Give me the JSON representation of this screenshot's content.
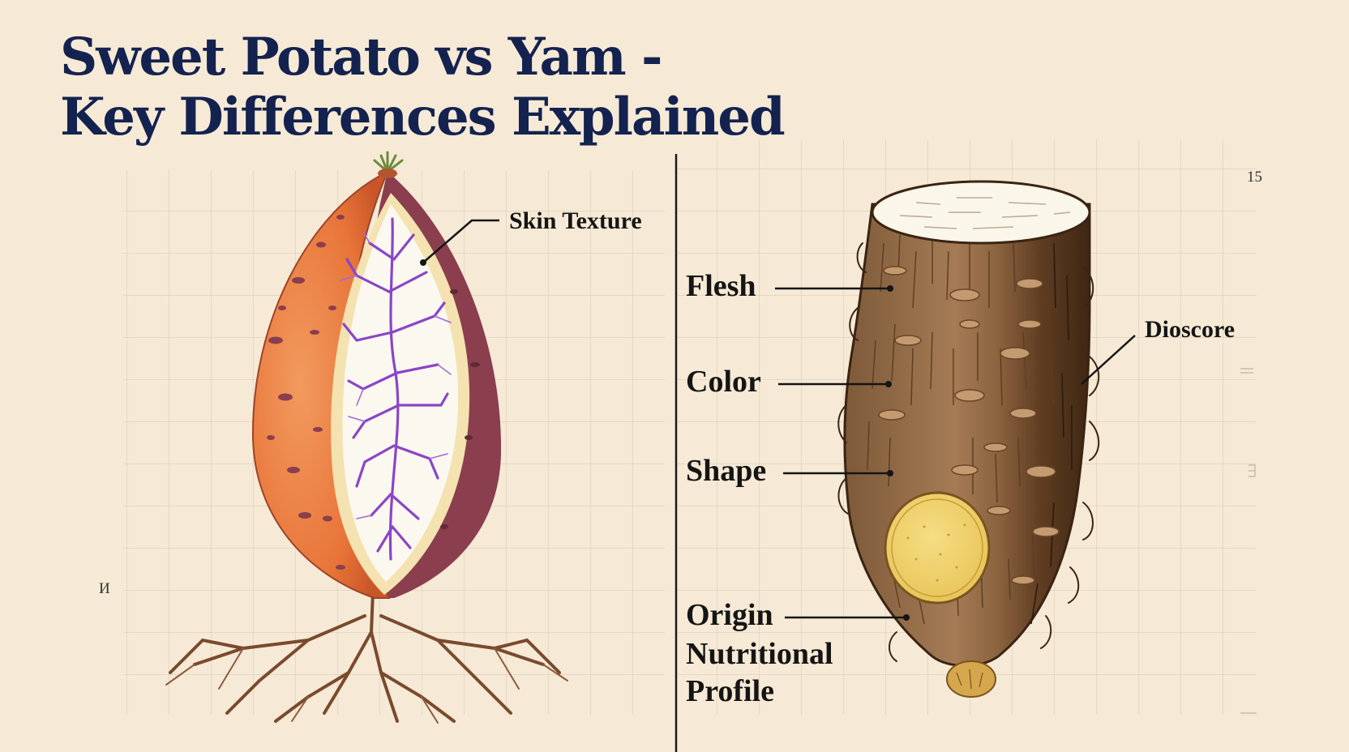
{
  "title": {
    "line1": "Sweet Potato vs Yam -",
    "line2": "Key Differences Explained"
  },
  "sweet_potato": {
    "labels": {
      "skin_texture": "Skin Texture"
    },
    "marginal_mark": "И"
  },
  "yam": {
    "labels": {
      "flesh": "Flesh",
      "color": "Color",
      "shape": "Shape",
      "origin": "Origin",
      "nutritional": "Nutritional",
      "profile": "Profile",
      "dioscore": "Dioscore"
    },
    "marginal_mark": "15"
  },
  "colors": {
    "title": "#14224f",
    "sweet_potato_skin": "#e8793f",
    "sweet_potato_purple": "#8a3e4e",
    "vein": "#8b45c8",
    "yam_skin": "#8a6340",
    "yam_flesh": "#f0d468"
  }
}
